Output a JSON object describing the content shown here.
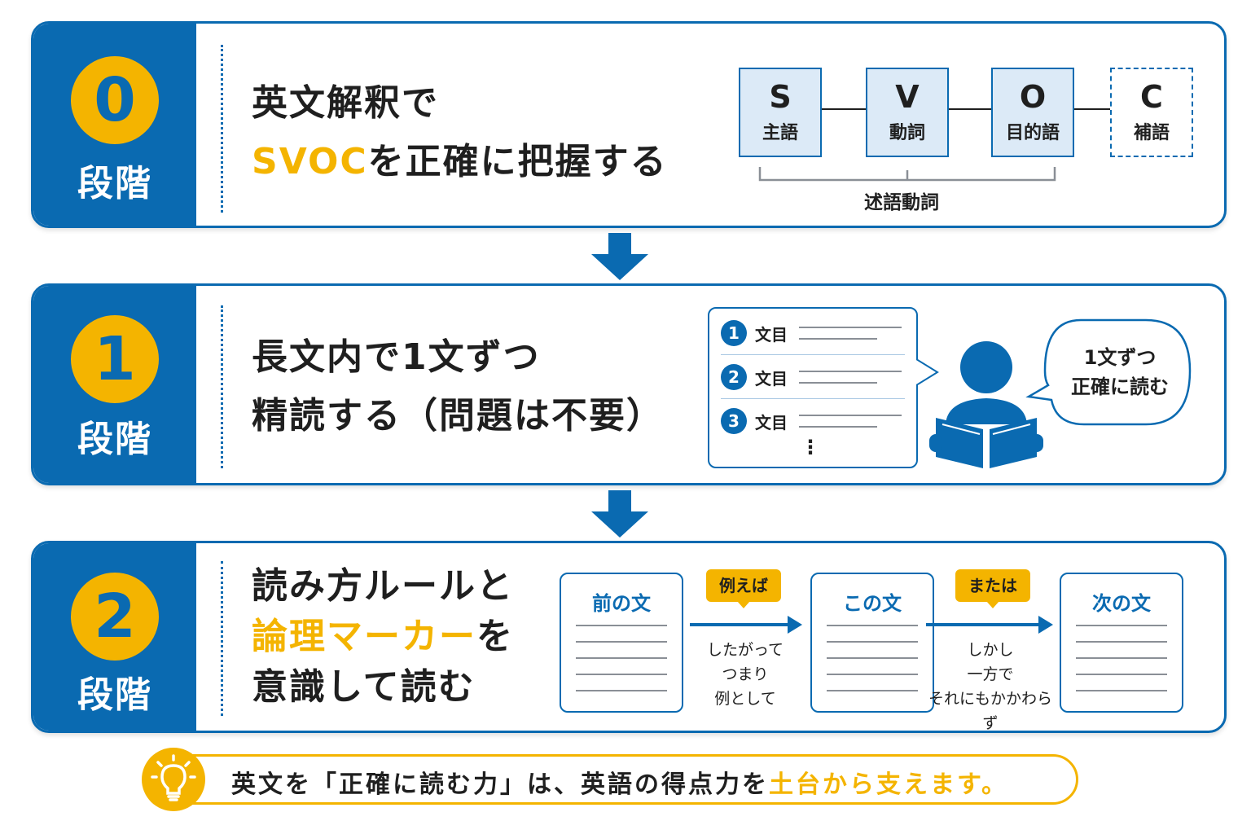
{
  "colors": {
    "primary": "#0a6ab1",
    "accent": "#f4b400",
    "text": "#1f1f1f"
  },
  "stages": [
    {
      "number": "0",
      "step_label": "段階",
      "title_line1": "英文解釈で",
      "title_line2_highlight": "SVOC",
      "title_line2_rest": "を正確に把握する",
      "svoc": [
        {
          "letter": "S",
          "label": "主語"
        },
        {
          "letter": "V",
          "label": "動詞"
        },
        {
          "letter": "O",
          "label": "目的語"
        },
        {
          "letter": "C",
          "label": "補語"
        }
      ],
      "predicate_label": "述語動詞"
    },
    {
      "number": "1",
      "step_label": "段階",
      "title_line1": "長文内で1文ずつ",
      "title_line2": "精読する（問題は不要）",
      "sentences": [
        {
          "n": "1",
          "label": "文目"
        },
        {
          "n": "2",
          "label": "文目"
        },
        {
          "n": "3",
          "label": "文目"
        }
      ],
      "ellipsis": "⋮",
      "bubble_line1": "1文ずつ",
      "bubble_line2": "正確に読む",
      "reader_icon": "person-reading-icon"
    },
    {
      "number": "2",
      "step_label": "段階",
      "title_line1": "読み方ルールと",
      "title_line2_highlight": "論理マーカー",
      "title_line2_rest": "を",
      "title_line3": "意識して読む",
      "cards": [
        "前の文",
        "この文",
        "次の文"
      ],
      "markers": [
        {
          "tag": "例えば",
          "words": [
            "したがって",
            "つまり",
            "例として"
          ]
        },
        {
          "tag": "または",
          "words": [
            "しかし",
            "一方で",
            "それにもかかわらず"
          ]
        }
      ]
    }
  ],
  "footer": {
    "icon": "lightbulb-icon",
    "text_main": "英文を「正確に読む力」は、英語の得点力を",
    "text_highlight": "土台から支えます。"
  }
}
